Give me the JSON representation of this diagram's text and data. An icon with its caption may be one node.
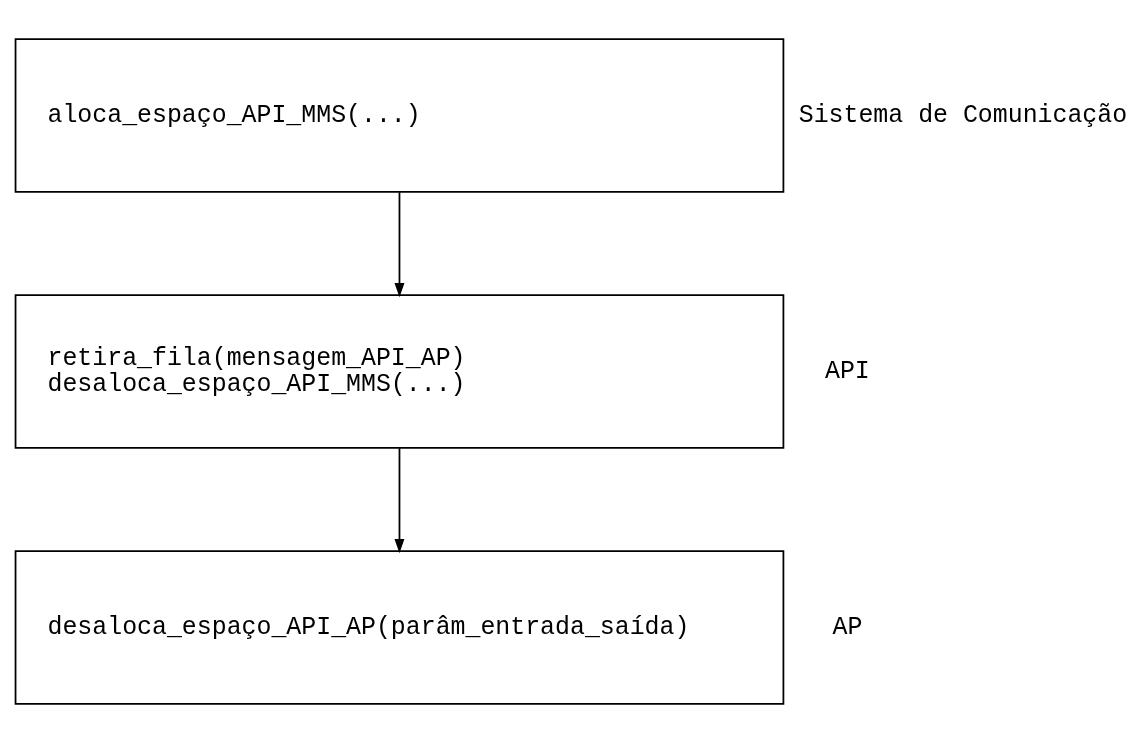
{
  "diagram": {
    "nodes": [
      {
        "text": [
          "aloca_espaço_API_MMS(...)"
        ],
        "beside": [
          "Sistema de Comunicação"
        ]
      },
      {
        "text": [
          "retira_fila(mensagem_API_AP)",
          "desaloca_espaço_API_MMS(...)"
        ],
        "beside": [
          "API"
        ]
      },
      {
        "text": [
          "desaloca_espaço_API_AP(parâm_entrada_saída)"
        ],
        "beside": [
          "AP"
        ]
      }
    ],
    "edges": [
      {
        "from": 0,
        "to": 1,
        "arrow": "to"
      },
      {
        "from": 1,
        "to": 2,
        "arrow": "to"
      }
    ]
  }
}
